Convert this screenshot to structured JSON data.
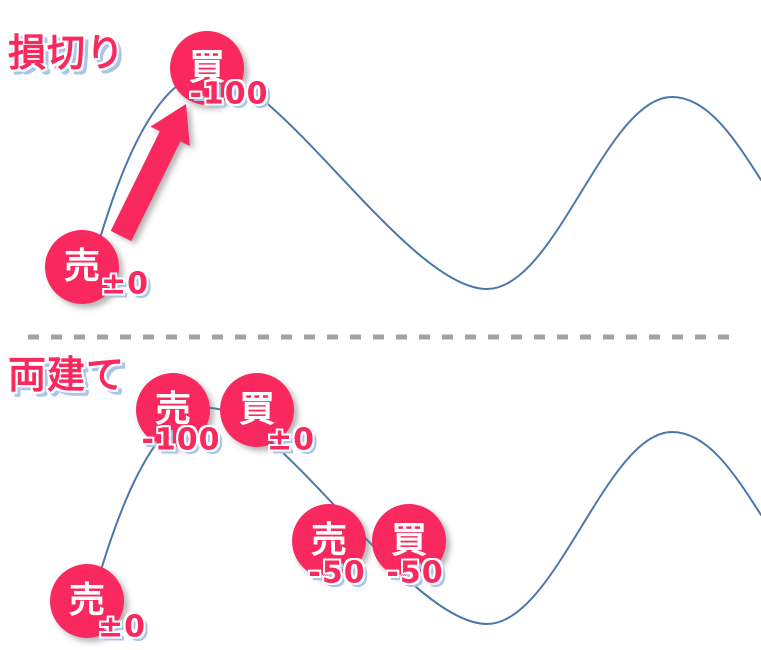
{
  "loss_cut": {
    "title": "損切り",
    "sell": {
      "label": "売",
      "value": "±0"
    },
    "buy": {
      "label": "買",
      "value": "-100"
    }
  },
  "hedge": {
    "title": "両建て",
    "sell_top": {
      "label": "売",
      "value": "-100"
    },
    "buy_top": {
      "label": "買",
      "value": "±0"
    },
    "sell_mid": {
      "label": "売",
      "value": "-50"
    },
    "buy_mid": {
      "label": "買",
      "value": "-50"
    },
    "sell_bottom": {
      "label": "売",
      "value": "±0"
    }
  },
  "colors": {
    "accent_pink": "#f9295f",
    "curve_blue": "#4a78ab",
    "outline_blue": "#a9c6e8",
    "divider_gray": "#a3a3a3",
    "marker_text": "#ffffff"
  }
}
